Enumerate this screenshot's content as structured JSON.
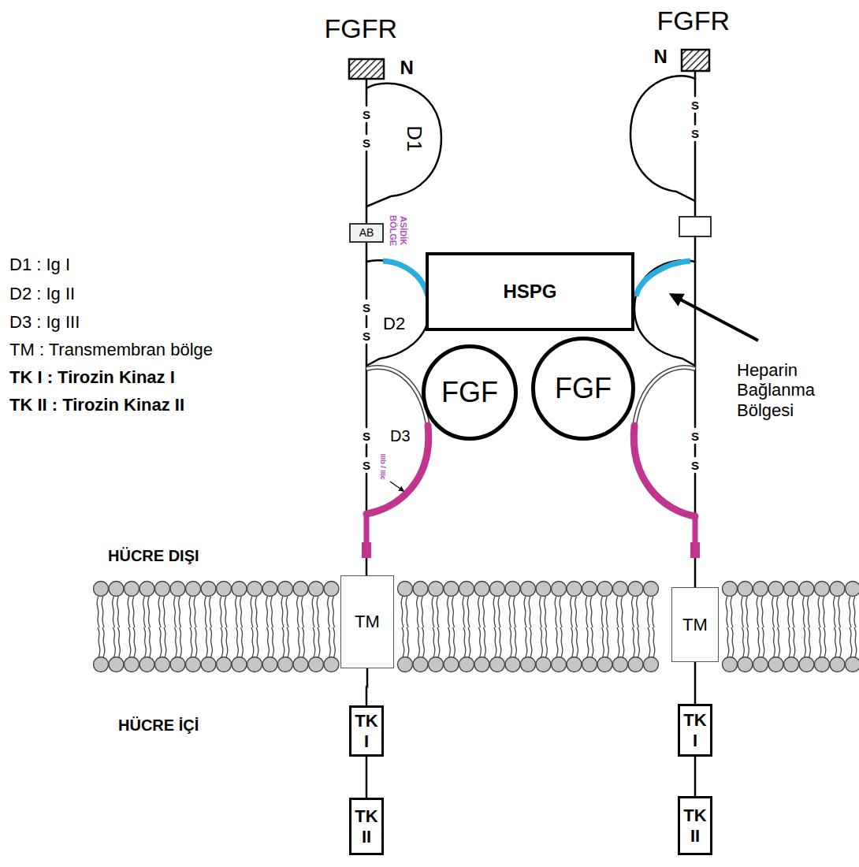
{
  "diagram": {
    "nodes": [
      {
        "text": [
          "AB"
        ]
      },
      {
        "text": [
          "HSPG"
        ]
      },
      {
        "text": [
          "FGF"
        ]
      },
      {
        "text": [
          "FGF"
        ]
      },
      {
        "text": [
          "TM"
        ]
      },
      {
        "text": [
          "TM"
        ]
      },
      {
        "text": [
          "TK I"
        ]
      },
      {
        "text": [
          "TK I"
        ]
      },
      {
        "text": [
          "TK II"
        ]
      },
      {
        "text": [
          "TK II"
        ]
      }
    ],
    "edges": [
      {
        "from": 4,
        "to": 6,
        "arrow": "none"
      },
      {
        "from": 6,
        "to": 8,
        "arrow": "none"
      },
      {
        "from": 5,
        "to": 7,
        "arrow": "none"
      },
      {
        "from": 7,
        "to": 9,
        "arrow": "none"
      }
    ],
    "labels": [
      "FGFR",
      "FGFR",
      "N",
      "N",
      "D1 : Ig I",
      "D2 : Ig II",
      "D3 : Ig III",
      "TM : Transmembran bölge",
      "TK I : Tirozin Kinaz I",
      "TK II : Tirozin Kinaz II",
      "D1",
      "S",
      "S",
      "S",
      "S",
      "ASİDİK BÖLGE",
      "D2",
      "S",
      "S",
      "Heparin Bağlanma Bölgesi",
      "D3",
      "IIIb / IIIc",
      "S",
      "S",
      "S",
      "S",
      "HÜCRE DIŞI",
      "HÜCRE İÇİ"
    ]
  }
}
